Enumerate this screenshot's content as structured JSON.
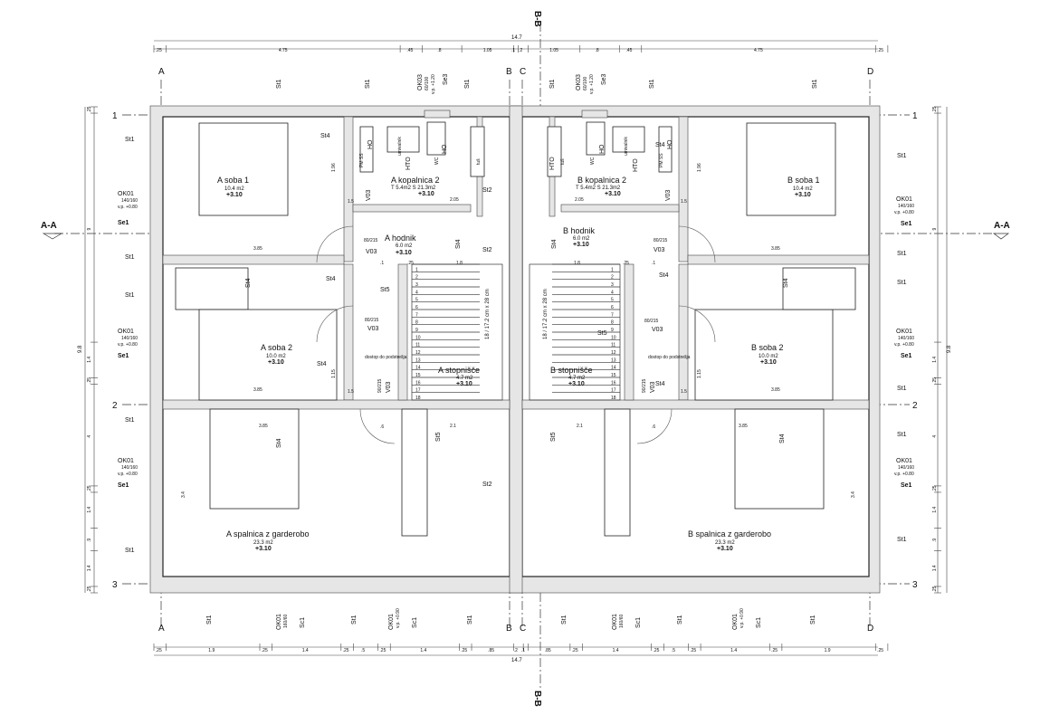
{
  "section_marks": {
    "vertical": "B-B",
    "horizontal": "A-A"
  },
  "axes": {
    "A": "A",
    "B": "B",
    "C": "C",
    "D": "D",
    "r1": "1",
    "r2": "2",
    "r3": "3"
  },
  "top_dims": {
    "overall": "14.7",
    "segments": [
      ".25",
      "4.75",
      ".45",
      ".8",
      "1.05",
      ".1",
      ".2",
      "1.05",
      ".8",
      ".45",
      "4.75",
      ".25"
    ]
  },
  "bottom_dims": {
    "overall": "14.7",
    "segments": [
      ".25",
      "1.9",
      ".25",
      "1.4",
      ".25",
      ".5",
      ".25",
      "1.4",
      ".25",
      ".85",
      ".2",
      ".1",
      ".85",
      ".25",
      "1.4",
      ".25",
      ".5",
      ".25",
      "1.4",
      ".25",
      "1.9",
      ".25"
    ]
  },
  "side_dims": {
    "overall": "9.8",
    "segments": [
      ".25",
      "9",
      "1.4",
      ".25",
      "4",
      ".25",
      "1.4",
      ".9",
      "1.4",
      ".25"
    ]
  },
  "rooms": [
    {
      "name": "A soba 1",
      "area": "10.4 m2",
      "level": "+3.10"
    },
    {
      "name": "A kopalnica 2",
      "area": "T 5.4m2 S 21.3m2",
      "level": "+3.10"
    },
    {
      "name": "A hodnik",
      "area": "6.0 m2",
      "level": "+3.10"
    },
    {
      "name": "A soba 2",
      "area": "10.0 m2",
      "level": "+3.10"
    },
    {
      "name": "A stopnišče",
      "area": "4.7 m2",
      "level": "+3.10"
    },
    {
      "name": "A spalnica z garderobo",
      "area": "23.3 m2",
      "level": "+3.10"
    },
    {
      "name": "B soba 1",
      "area": "10.4 m2",
      "level": "+3.10"
    },
    {
      "name": "B kopalnica 2",
      "area": "T 5.4m2 S 21.3m2",
      "level": "+3.10"
    },
    {
      "name": "B hodnik",
      "area": "6.0 m2",
      "level": "+3.10"
    },
    {
      "name": "B soba 2",
      "area": "10.0 m2",
      "level": "+3.10"
    },
    {
      "name": "B stopnišče",
      "area": "4.7 m2",
      "level": "+3.10"
    },
    {
      "name": "B spalnica z garderobo",
      "area": "23.3 m2",
      "level": "+3.10"
    }
  ],
  "window_left": {
    "code": "OK01",
    "size": "140/160",
    "sill": "v.p. +0.80",
    "shade": "Se1"
  },
  "window_right": {
    "code": "OK01",
    "size": "140/160",
    "sill": "v.p. +0.80",
    "shade": "Se1"
  },
  "bath_windows": {
    "code": "OK03",
    "size": "60/100",
    "sill": "v.p. +1.20",
    "shade": "Se3"
  },
  "bottom_windows": {
    "code": "OK01",
    "size": "160/60",
    "sill": "v.p. +0.90",
    "shade": "Sc1"
  },
  "doors": {
    "v03": "V03",
    "d80": "80/215",
    "d90": "90/215"
  },
  "wall_tags": {
    "st1": "St1",
    "st2": "St2",
    "st4": "St4",
    "st5": "St5"
  },
  "fixtures": {
    "hto": "HTO",
    "ho": "HO",
    "wc": "WC",
    "tus": "tuš",
    "pmss": "PM SS",
    "umivalnik": "umivalnik"
  },
  "stair": {
    "label": "18 / 17.2 cm x 28 cm",
    "steps": [
      "1",
      "2",
      "3",
      "4",
      "5",
      "6",
      "7",
      "8",
      "9",
      "10",
      "11",
      "12",
      "13",
      "14",
      "15",
      "16",
      "17",
      "18"
    ]
  },
  "notes": {
    "attic": "dostop do podstrešja"
  },
  "inner_dims": {
    "d385": "3.85",
    "d205": "2.05",
    "d21": "2.1",
    "d34": "3.4",
    "d18": "1.8",
    "d115": "1.15",
    "d196": "1.96",
    "d15": "1.5",
    "d06": ".6",
    "d025": ".25",
    "d01": ".1"
  }
}
